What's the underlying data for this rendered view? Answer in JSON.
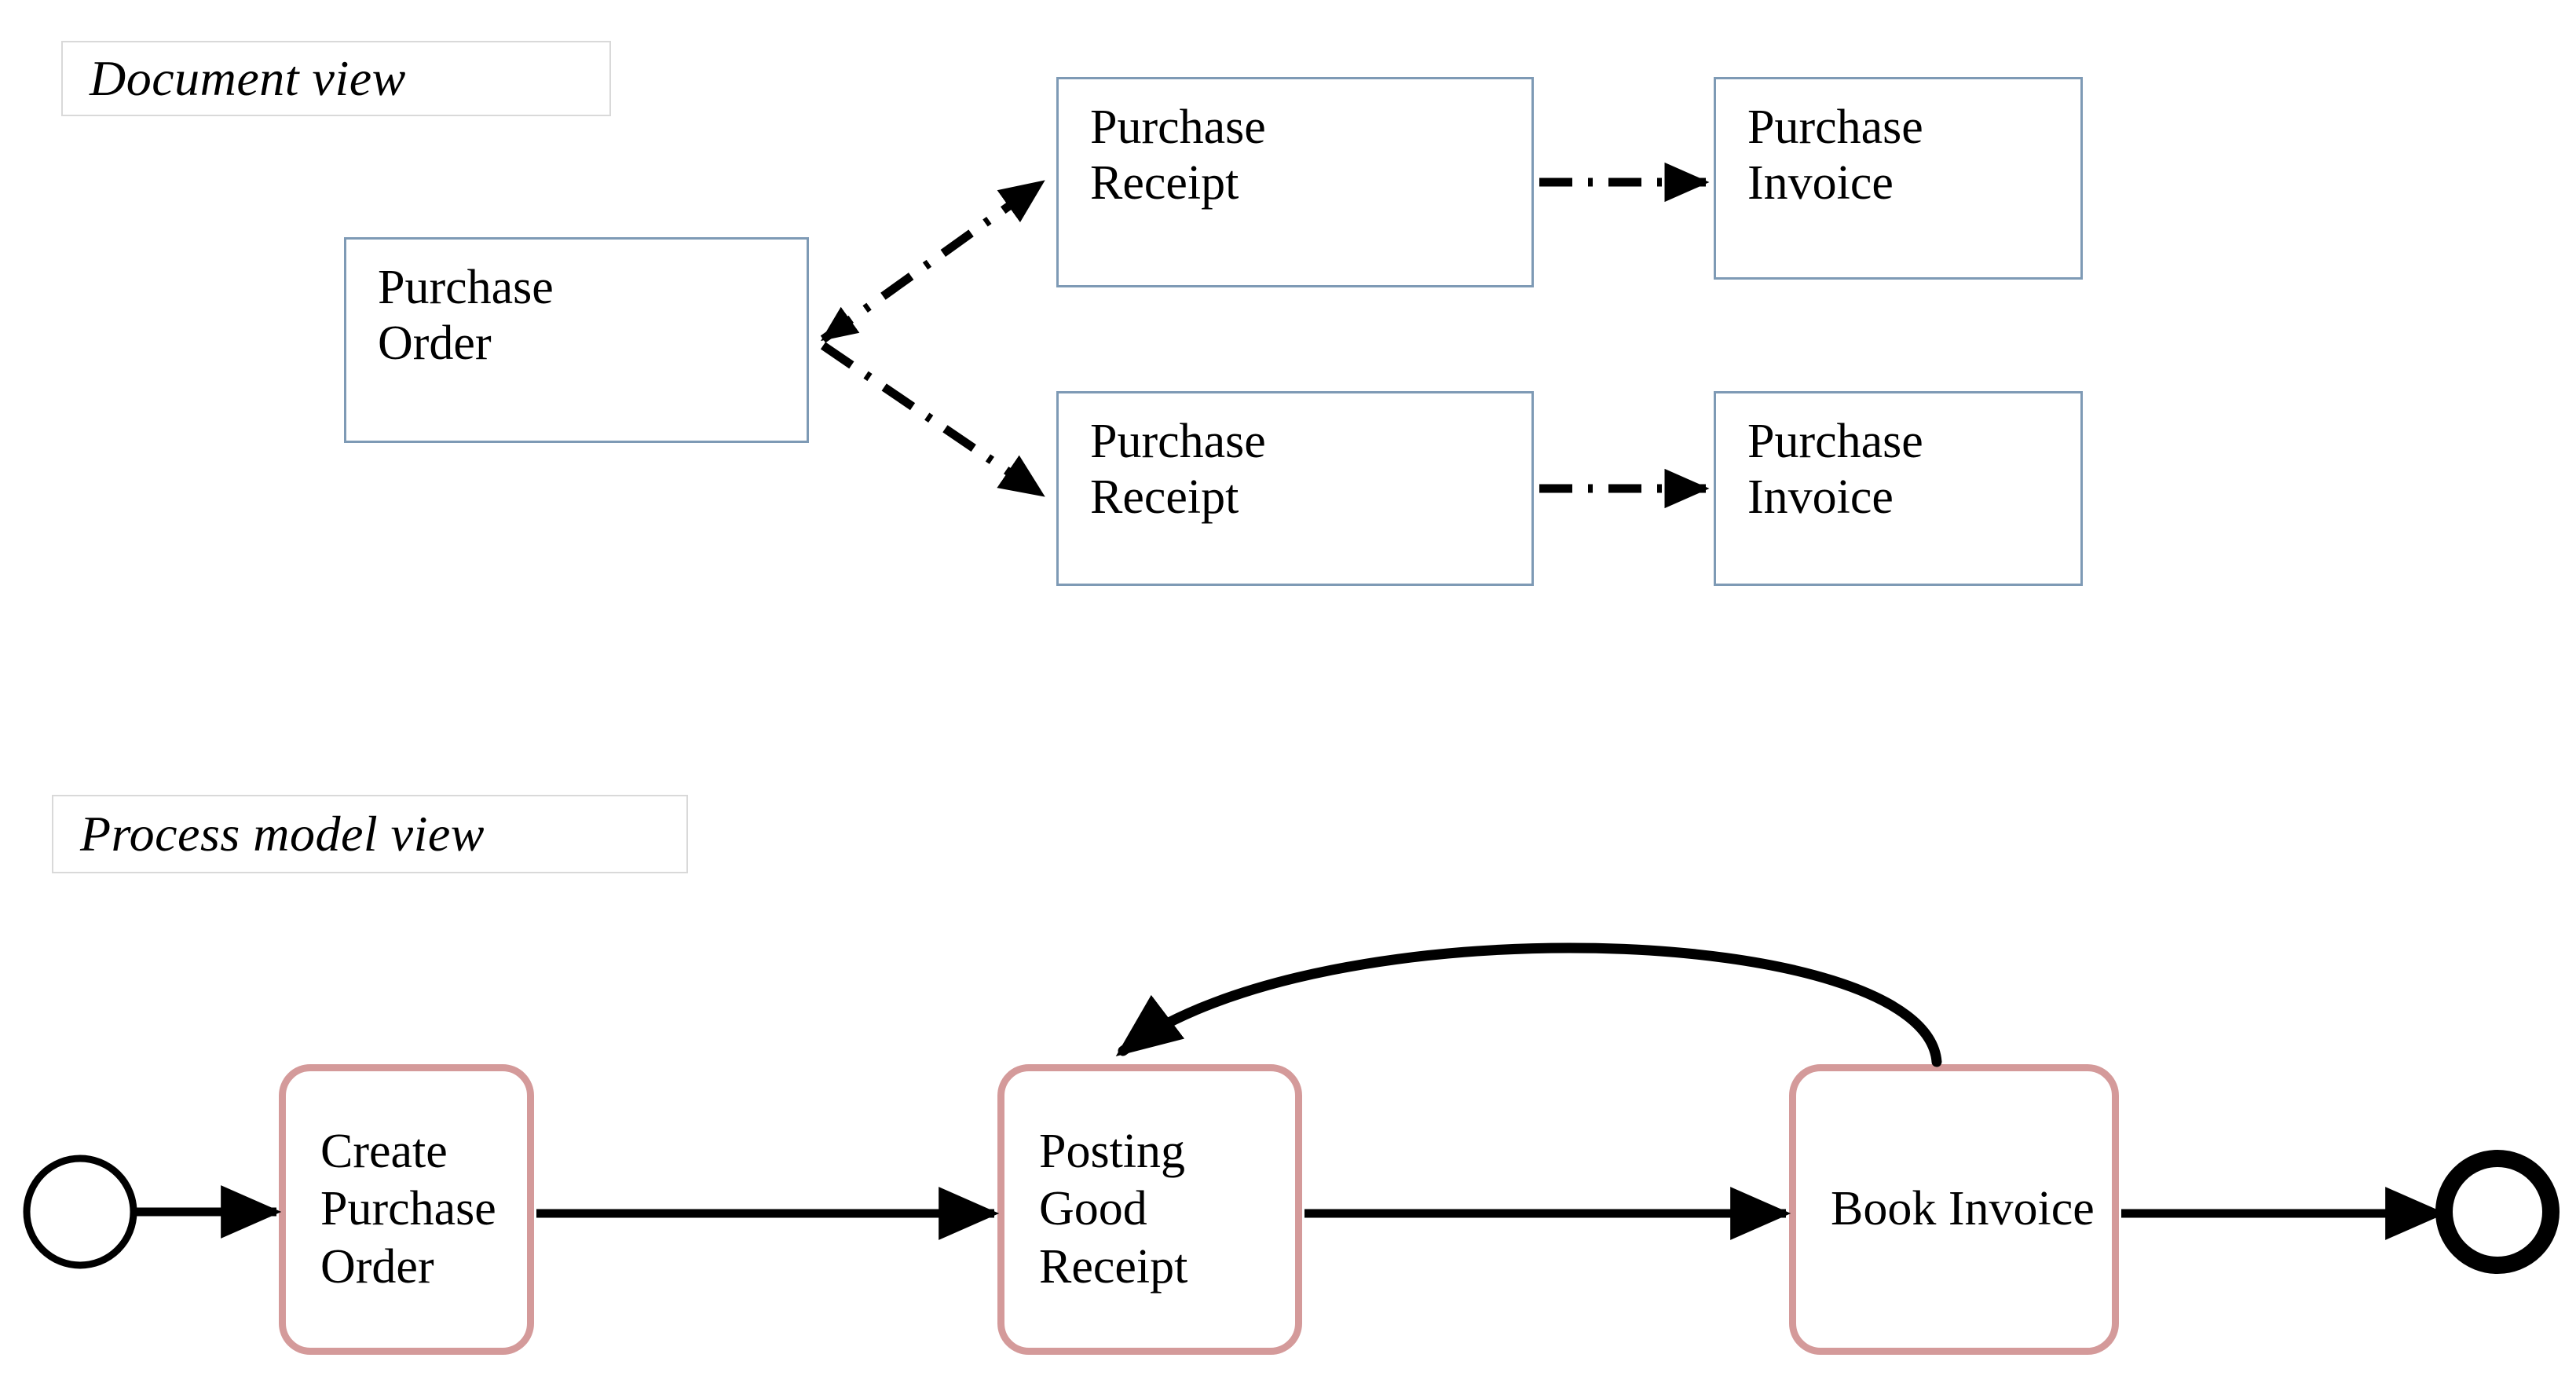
{
  "sections": {
    "document_view": {
      "label": "Document view",
      "nodes": [
        {
          "id": "purchase-order",
          "label": "Purchase\nOrder"
        },
        {
          "id": "receipt-1",
          "label": "Purchase\nReceipt"
        },
        {
          "id": "invoice-1",
          "label": "Purchase\nInvoice"
        },
        {
          "id": "receipt-2",
          "label": "Purchase\nReceipt"
        },
        {
          "id": "invoice-2",
          "label": "Purchase\nInvoice"
        }
      ],
      "edges": [
        {
          "from": "purchase-order",
          "to": "receipt-1",
          "style": "dash-dot",
          "arrow": "both"
        },
        {
          "from": "purchase-order",
          "to": "receipt-2",
          "style": "dash-dot",
          "arrow": "both"
        },
        {
          "from": "receipt-1",
          "to": "invoice-1",
          "style": "dash-dot",
          "arrow": "end"
        },
        {
          "from": "receipt-2",
          "to": "invoice-2",
          "style": "dash-dot",
          "arrow": "end"
        }
      ],
      "box_border_color": "#7e9ab5"
    },
    "process_model_view": {
      "label": "Process model view",
      "start_event": {
        "id": "start-event",
        "type": "start"
      },
      "end_event": {
        "id": "end-event",
        "type": "end"
      },
      "tasks": [
        {
          "id": "create-po",
          "label": "Create\nPurchase Order",
          "lines": 2
        },
        {
          "id": "post-gr",
          "label": "Posting\nGood Receipt",
          "lines": 2
        },
        {
          "id": "book-inv",
          "label": "Book Invoice",
          "lines": 1
        }
      ],
      "flows": [
        {
          "from": "start-event",
          "to": "create-po",
          "style": "solid",
          "shape": "straight"
        },
        {
          "from": "create-po",
          "to": "post-gr",
          "style": "solid",
          "shape": "straight"
        },
        {
          "from": "post-gr",
          "to": "book-inv",
          "style": "solid",
          "shape": "straight"
        },
        {
          "from": "book-inv",
          "to": "end-event",
          "style": "solid",
          "shape": "straight"
        },
        {
          "from": "book-inv",
          "to": "post-gr",
          "style": "solid",
          "shape": "curved-loopback"
        }
      ],
      "task_border_color": "#d49a9a"
    }
  },
  "colors": {
    "doc_box_border": "#7e9ab5",
    "task_box_border": "#d49a9a",
    "connector": "#000000",
    "label_box_border": "#d9d9d9",
    "background": "#ffffff"
  }
}
